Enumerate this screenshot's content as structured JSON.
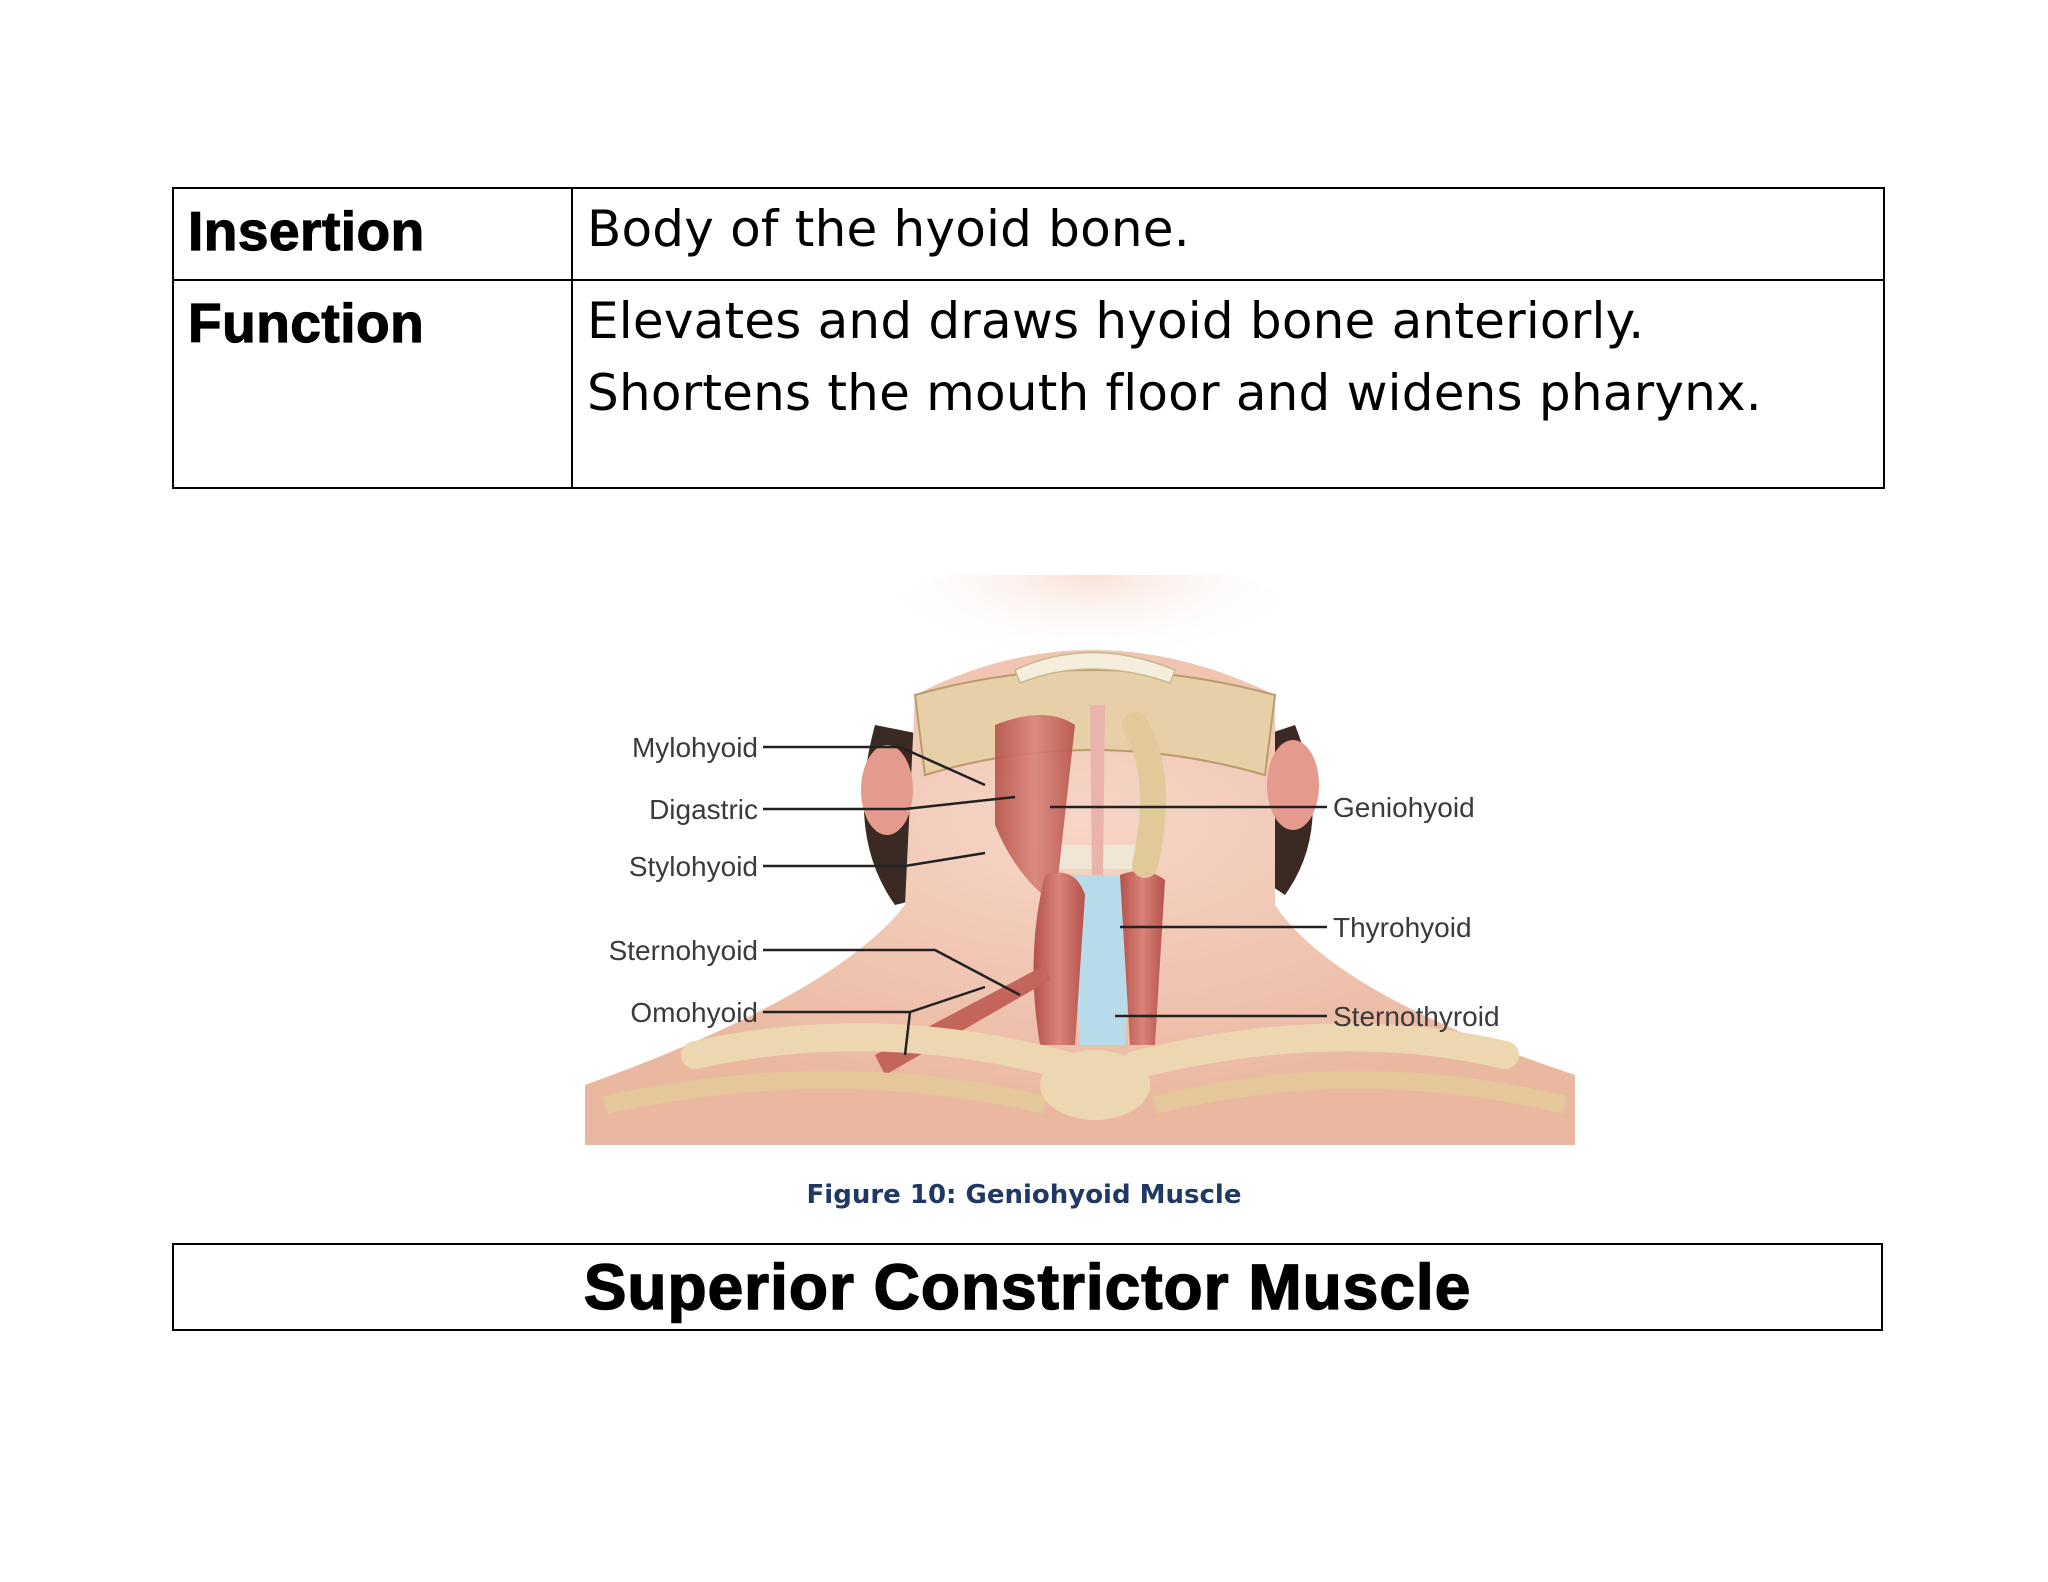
{
  "table": {
    "rows": [
      {
        "label": "Insertion",
        "lines": [
          "Body of the hyoid bone."
        ]
      },
      {
        "label": "Function",
        "lines": [
          "Elevates and draws hyoid bone anteriorly.",
          "Shortens the mouth floor and widens pharynx."
        ]
      }
    ]
  },
  "figure": {
    "labels_left": [
      "Mylohyoid",
      "Digastric",
      "Stylohyoid",
      "Sternohyoid",
      "Omohyoid"
    ],
    "labels_right": [
      "Geniohyoid",
      "Thyrohyoid",
      "Sternothyroid"
    ],
    "caption": "Figure 10: Geniohyoid Muscle"
  },
  "section": {
    "title": "Superior Constrictor Muscle"
  }
}
